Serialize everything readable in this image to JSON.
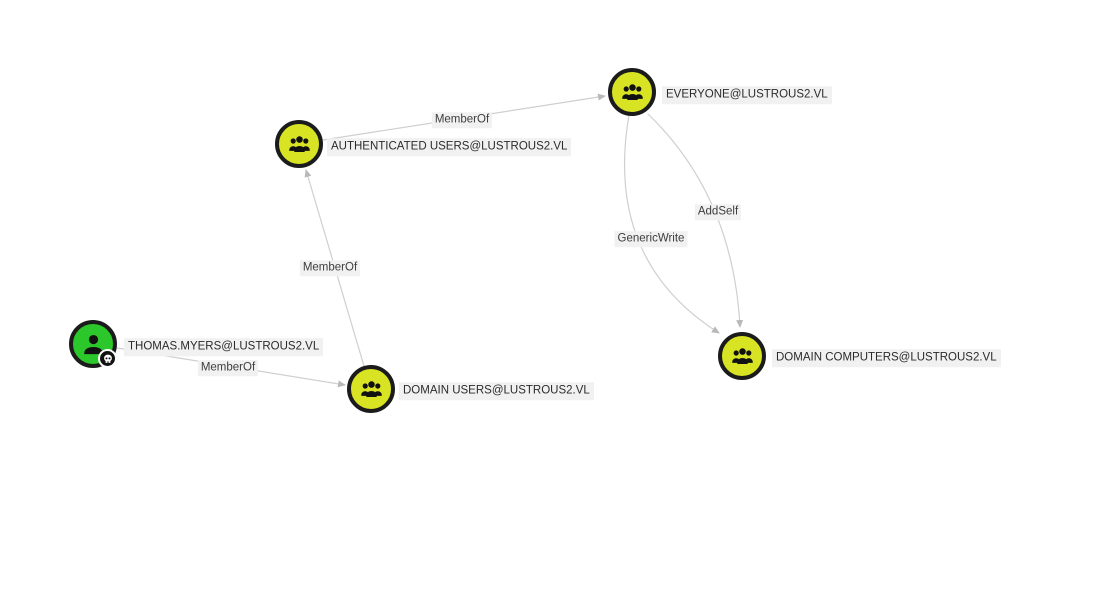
{
  "graph": {
    "nodes": [
      {
        "id": "thomas_myers",
        "label": "THOMAS.MYERS@LUSTROUS2.VL",
        "type": "user",
        "owned": true,
        "color": "#2bc72b"
      },
      {
        "id": "auth_users",
        "label": "AUTHENTICATED USERS@LUSTROUS2.VL",
        "type": "group",
        "owned": false,
        "color": "#d8e libre"
      },
      {
        "id": "everyone",
        "label": "EVERYONE@LUSTROUS2.VL",
        "type": "group",
        "owned": false,
        "color": "#d8e324"
      },
      {
        "id": "domain_users",
        "label": "DOMAIN USERS@LUSTROUS2.VL",
        "type": "group",
        "owned": false,
        "color": "#d8e324"
      },
      {
        "id": "domain_computers",
        "label": "DOMAIN COMPUTERS@LUSTROUS2.VL",
        "type": "group",
        "owned": false,
        "color": "#d8e324"
      }
    ],
    "edges": [
      {
        "from": "thomas_myers",
        "to": "domain_users",
        "label": "MemberOf"
      },
      {
        "from": "domain_users",
        "to": "auth_users",
        "label": "MemberOf"
      },
      {
        "from": "auth_users",
        "to": "everyone",
        "label": "MemberOf"
      },
      {
        "from": "everyone",
        "to": "domain_computers",
        "label": "GenericWrite"
      },
      {
        "from": "everyone",
        "to": "domain_computers",
        "label": "AddSelf"
      }
    ]
  },
  "colors": {
    "user_node": "#2bc72b",
    "group_node": "#d8e324",
    "node_ring": "#1b1b1b",
    "edge": "#cfcfcf",
    "arrow": "#b9b9b9",
    "label_background": "#f1f1f1",
    "canvas_background": "#ffffff"
  }
}
